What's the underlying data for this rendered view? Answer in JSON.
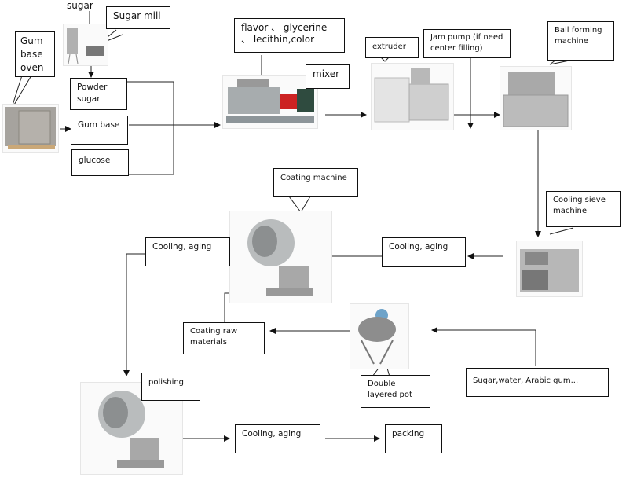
{
  "diagram": {
    "title": "Chewing gum / ball gum production flow",
    "inputs": {
      "sugar": "sugar",
      "sugar_mill": "Sugar mill",
      "gum_base_oven": "Gum base oven",
      "powder_sugar": "Powder sugar",
      "gum_base": "Gum base",
      "glucose": "glucose",
      "additives": "flavor 、 glycerine 、 lecithin,color"
    },
    "machines": {
      "mixer": "mixer",
      "extruder": "extruder",
      "jam_pump": "Jam pump (if need center filling)",
      "ball_forming": "Ball forming machine",
      "cooling_sieve": "Cooling sieve machine",
      "coating_machine": "Coating machine",
      "double_pot": "Double layered pot",
      "polishing": "polishing"
    },
    "steps": {
      "cooling_aging_1": "Cooling, aging",
      "cooling_aging_2": "Cooling, aging",
      "cooling_aging_3": "Cooling, aging",
      "coating_raw": "Coating raw materials",
      "syrup_inputs": "Sugar,water, Arabic gum...",
      "packing": "packing"
    }
  }
}
